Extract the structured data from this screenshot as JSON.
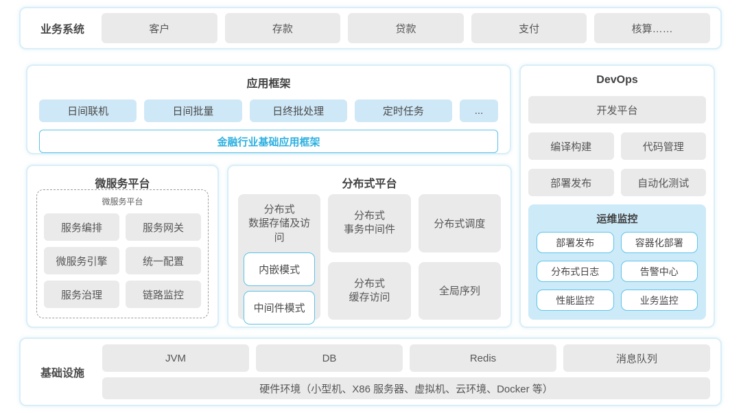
{
  "colors": {
    "panel_border": "#d9eef7",
    "gray_button_bg": "#eaeaea",
    "light_blue_button_bg": "#cfe8f7",
    "ops_panel_bg": "#cdeaf8",
    "accent_border": "#59c2e9",
    "accent_text": "#2fb0e0"
  },
  "business_system": {
    "label": "业务系统",
    "items": [
      "客户",
      "存款",
      "贷款",
      "支付",
      "核算……"
    ]
  },
  "app_framework": {
    "title": "应用框架",
    "items": [
      "日间联机",
      "日间批量",
      "日终批处理",
      "定时任务",
      "..."
    ],
    "base_framework": "金融行业基础应用框架"
  },
  "microservice_platform": {
    "title": "微服务平台",
    "inner_title": "微服务平台",
    "items": [
      "服务编排",
      "服务网关",
      "微服务引擎",
      "统一配置",
      "服务治理",
      "链路监控"
    ]
  },
  "distributed_platform": {
    "title": "分布式平台",
    "storage_label": "分布式\n数据存储及访问",
    "modes": [
      "内嵌模式",
      "中间件模式"
    ],
    "transaction": "分布式\n事务中间件",
    "scheduling": "分布式调度",
    "cache": "分布式\n缓存访问",
    "sequence": "全局序列"
  },
  "devops": {
    "title": "DevOps",
    "dev_platform": "开发平台",
    "items": [
      "编译构建",
      "代码管理",
      "部署发布",
      "自动化测试"
    ],
    "ops_monitor": {
      "title": "运维监控",
      "items": [
        "部署发布",
        "容器化部署",
        "分布式日志",
        "告警中心",
        "性能监控",
        "业务监控"
      ]
    }
  },
  "infrastructure": {
    "label": "基础设施",
    "items": [
      "JVM",
      "DB",
      "Redis",
      "消息队列"
    ],
    "hardware": "硬件环境（小型机、X86 服务器、虚拟机、云环境、Docker 等）"
  }
}
